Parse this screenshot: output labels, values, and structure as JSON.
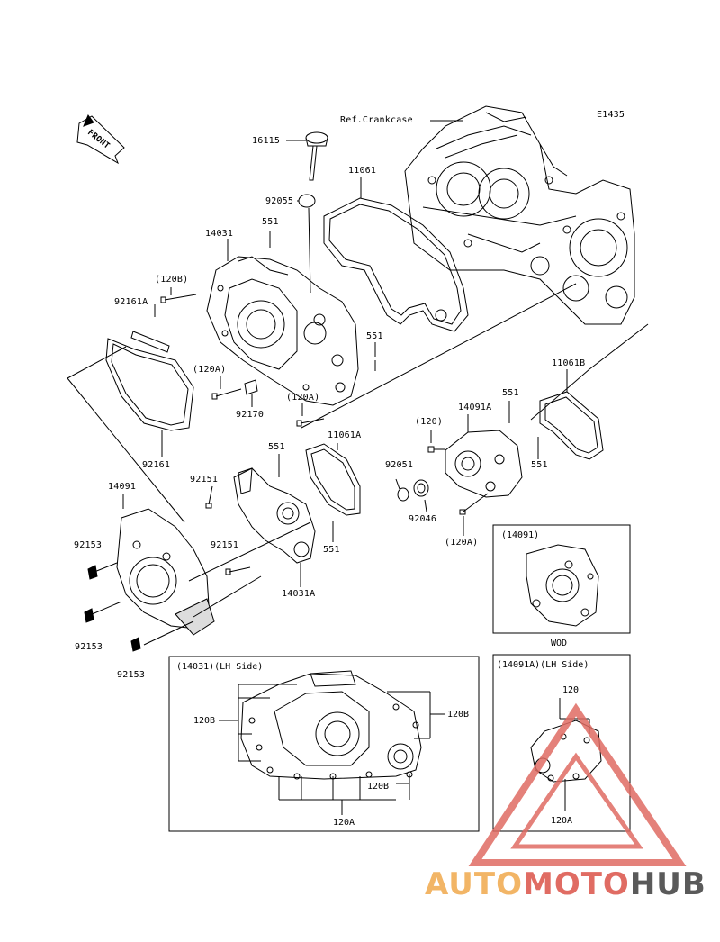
{
  "diagram_code": "E1435",
  "ref_label": "Ref.Crankcase",
  "front_label": "FRONT",
  "parts": {
    "p16115": "16115",
    "p92055": "92055",
    "p11061": "11061",
    "p551_a": "551",
    "p14031": "14031",
    "p120B": "(120B)",
    "p92161A": "92161A",
    "p551_b": "551",
    "p120A_a": "(120A)",
    "p11061B": "11061B",
    "p92170": "92170",
    "p120A_b": "(120A)",
    "p551_c": "551",
    "p14091A": "14091A",
    "p120": "(120)",
    "p92161": "92161",
    "p551_d": "551",
    "p11061A": "11061A",
    "p551_e": "551",
    "p92051": "92051",
    "p92151_a": "92151",
    "p92046": "92046",
    "p14091": "14091",
    "p120A_c": "(120A)",
    "p92153_a": "92153",
    "p92151_b": "92151",
    "p551_f": "551",
    "p14031A": "14031A",
    "p92153_b": "92153",
    "p92153_c": "92153"
  },
  "inset_wod": {
    "title": "(14091)",
    "caption": "WOD"
  },
  "inset_lh": {
    "title": "(14031)(LH Side)",
    "left_label": "120B",
    "right_label": "120B",
    "bottom_label": "120B",
    "base_label": "120A"
  },
  "inset_lh_a": {
    "title": "(14091A)(LH Side)",
    "top_label": "120",
    "bottom_label": "120A"
  },
  "watermark": {
    "part1": "AUTO",
    "part2": "MOTO",
    "part3": "HUB"
  },
  "colors": {
    "line": "#000000",
    "watermark_orange": "#f2b566",
    "watermark_red": "#e06c63",
    "watermark_gray": "#5a5a5a"
  }
}
